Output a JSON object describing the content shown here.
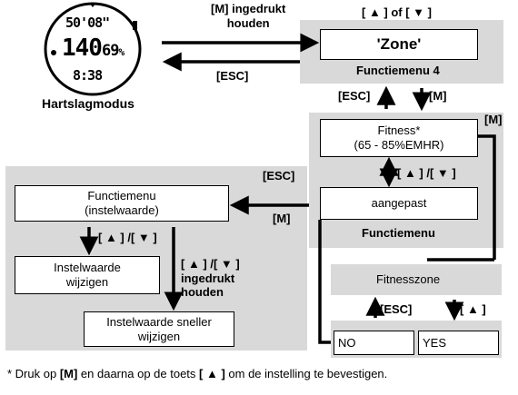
{
  "watch": {
    "mode_label": "Hartslagmodus",
    "line1": "50'08\"",
    "line2": "140",
    "line2_pct": "69",
    "line2_unit": "%",
    "line3": "8:38"
  },
  "top": {
    "hold_label": "[M] ingedrukt\nhouden",
    "esc_label": "[ESC]",
    "updown_label": "[ ▲ ] of [ ▼ ]",
    "zone_box": "'Zone'",
    "menu_title": "Functiemenu 4",
    "esc_up": "[ESC]",
    "m_down": "[M]"
  },
  "fitness": {
    "m_label": "[M]",
    "fitness_box": "Fitness*\n(65 - 85%EMHR)",
    "updown": "[ ▲ ] /[ ▼ ]",
    "custom_box": "aangepast",
    "menu_title": "Functiemenu",
    "zone_label": "Fitnesszone",
    "esc_up": "[ESC]",
    "up_down": "[ ▲ ]",
    "no": "NO",
    "yes": "YES"
  },
  "left": {
    "esc_label": "[ESC]",
    "m_label": "[M]",
    "menu_box": "Functiemenu\n(instelwaarde)",
    "updown": "[ ▲ ] /[ ▼ ]",
    "change_box": "Instelwaarde\nwijzigen",
    "updown_hold": "[ ▲ ] /[ ▼ ]\ningedrukt\nhouden",
    "faster_box": "Instelwaarde sneller\nwijzigen"
  },
  "footnote": {
    "pre": "* Druk op ",
    "key": "[M]",
    "mid": " en daarna op de toets ",
    "key2": "[ ▲ ]",
    "post": " om de instelling te bevestigen."
  }
}
